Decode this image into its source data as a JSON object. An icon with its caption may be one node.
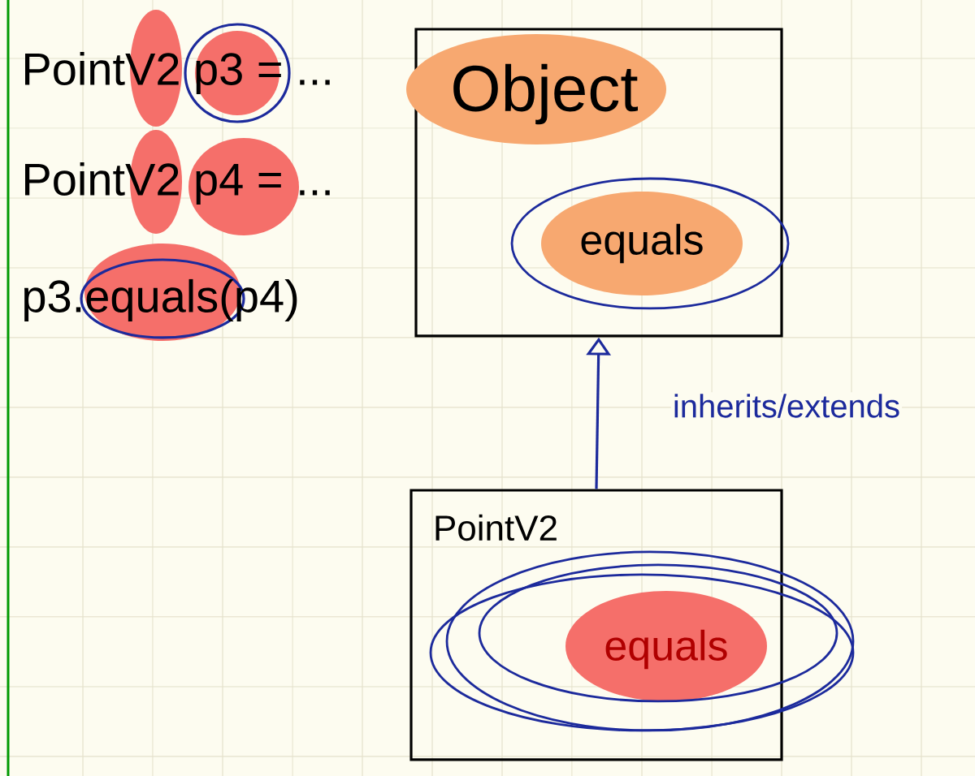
{
  "diagram": {
    "nodes": [
      {
        "text": [
          "Object",
          "equals"
        ]
      },
      {
        "text": [
          "PointV2",
          "equals"
        ]
      }
    ],
    "edges": [
      {
        "from": 1,
        "to": 0,
        "arrow": "to",
        "label": "inherits/extends",
        "color": "#1c2a9c"
      }
    ],
    "labels": [
      "PointV2 p3 = ...",
      "PointV2 p4 = ...",
      "p3.equals(p4)"
    ]
  }
}
